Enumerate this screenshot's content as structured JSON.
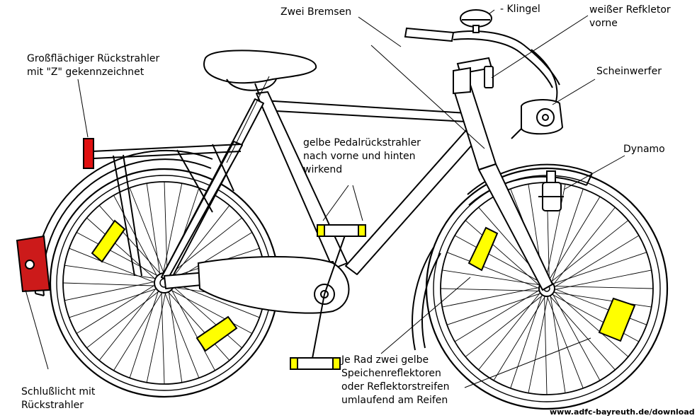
{
  "labels": {
    "rear_reflector": [
      "Großflächiger Rückstrahler",
      "mit \"Z\" gekennzeichnet"
    ],
    "brakes": "Zwei Bremsen",
    "bell": "- Klingel",
    "front_reflector": [
      "weißer Refkletor",
      "vorne"
    ],
    "headlight": "Scheinwerfer",
    "dynamo": "Dynamo",
    "pedal_reflectors": [
      "gelbe Pedalrückstrahler",
      "nach vorne und hinten",
      "wirkend"
    ],
    "tail_light": [
      "Schlußlicht mit",
      "Rückstrahler"
    ],
    "spoke_reflectors": [
      "Je Rad zwei gelbe",
      "Speichenreflektoren",
      "oder Reflektorstreifen",
      "umlaufend am Reifen"
    ]
  },
  "credit": "www.adfc-bayreuth.de/download",
  "colors": {
    "outline": "#000000",
    "reflector_yellow": "#ffff00",
    "rear_reflector_red": "#e01010",
    "tail_light_red": "#cc1a1a",
    "background": "#ffffff"
  }
}
